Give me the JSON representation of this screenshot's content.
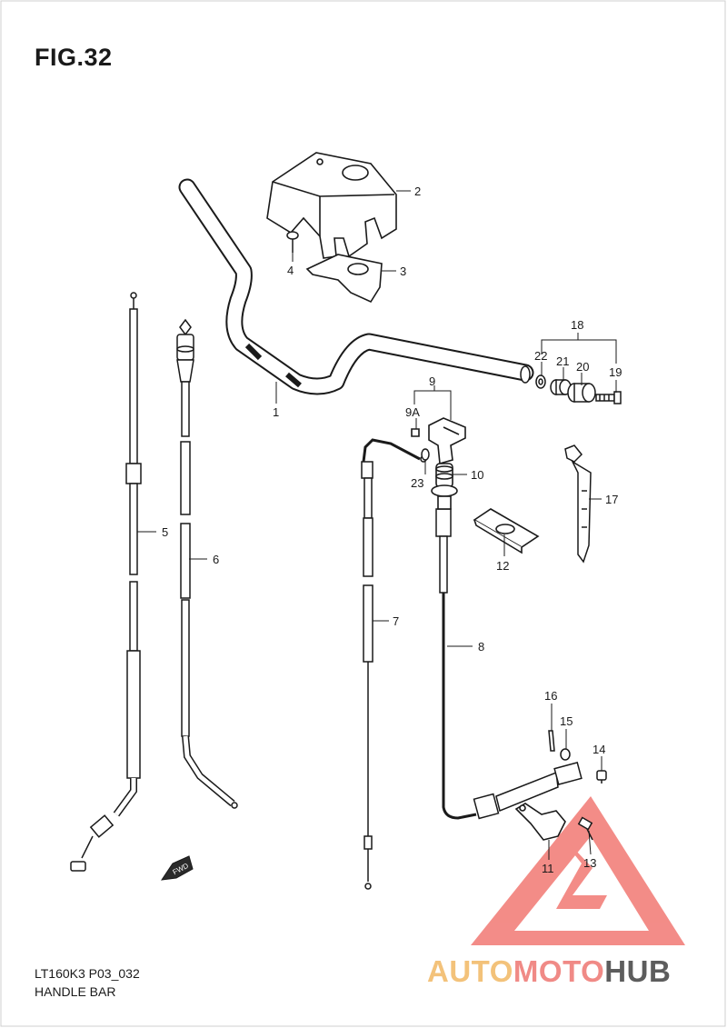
{
  "figure": {
    "title": "FIG.32"
  },
  "footer": {
    "model_code": "LT160K3 P03_032",
    "section_name": "HANDLE BAR"
  },
  "watermark": {
    "brand_parts": [
      "AUTO",
      "MOTO",
      "HUB"
    ],
    "colors": {
      "auto": "#f3c27a",
      "moto": "#f08a86",
      "hub": "#5d5d5d",
      "triangle": "#f06c66"
    }
  },
  "direction_badge": {
    "text": "FWD"
  },
  "callouts": [
    "1",
    "2",
    "3",
    "4",
    "5",
    "6",
    "7",
    "8",
    "9",
    "9A",
    "10",
    "11",
    "12",
    "13",
    "14",
    "15",
    "16",
    "17",
    "18",
    "19",
    "20",
    "21",
    "22",
    "23"
  ]
}
